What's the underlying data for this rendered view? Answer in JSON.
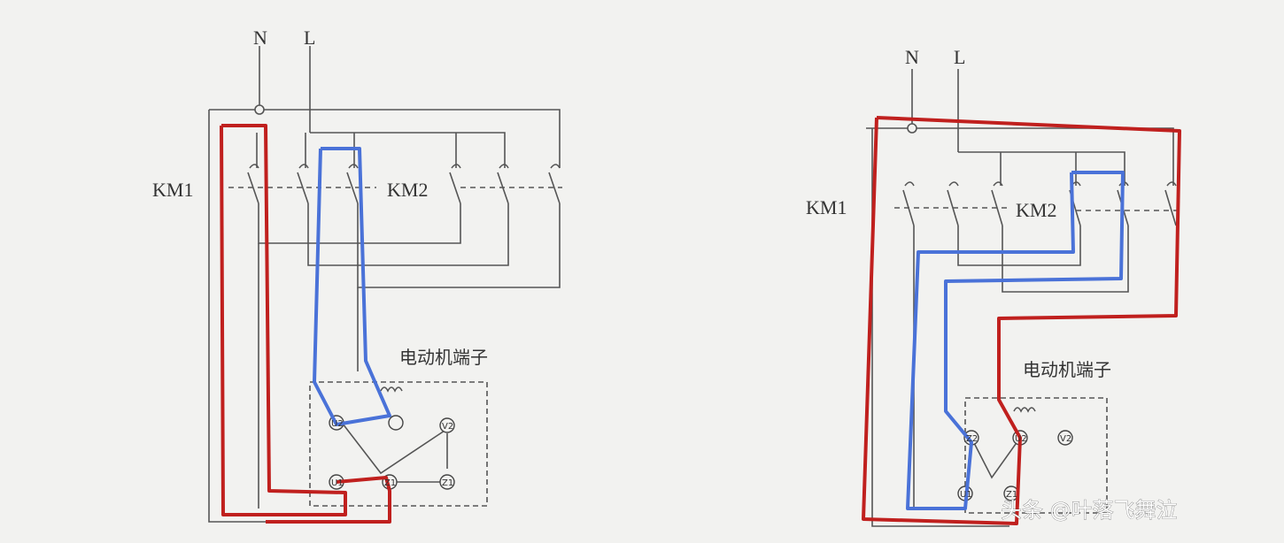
{
  "left": {
    "label_N": "N",
    "label_L": "L",
    "label_KM1": "KM1",
    "label_KM2": "KM2",
    "motor_terminal_label": "电动机端子",
    "terminals": [
      "U2",
      "V2",
      "U1",
      "Z1",
      "Z1"
    ]
  },
  "right": {
    "label_N": "N",
    "label_L": "L",
    "label_KM1": "KM1",
    "label_KM2": "KM2",
    "motor_terminal_label": "电动机端子",
    "terminals": [
      "Z2",
      "U2",
      "V2",
      "U1",
      "Z1"
    ]
  },
  "watermark": "头条 @叶落飞舞泣",
  "colors": {
    "red_path": "#c0201e",
    "blue_path": "#4a72d8",
    "wire": "#555555"
  }
}
